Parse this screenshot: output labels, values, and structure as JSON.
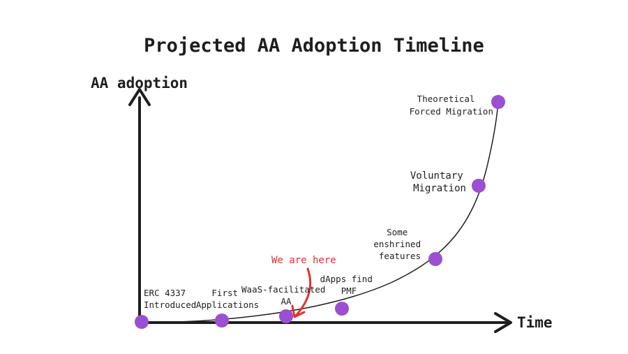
{
  "title": "Projected AA Adoption Timeline",
  "axes": {
    "y_label": "AA adoption",
    "x_label": "Time"
  },
  "annotation": {
    "text": "We are here",
    "color": "#e03131"
  },
  "colors": {
    "point": "#9b4fd1",
    "curve": "#1e1e1e"
  },
  "milestones": [
    {
      "lines": [
        "ERC 4337",
        "Introduced"
      ]
    },
    {
      "lines": [
        "First",
        "Applications"
      ]
    },
    {
      "lines": [
        "WaaS-facilitated",
        "AA"
      ]
    },
    {
      "lines": [
        "dApps find",
        "PMF"
      ]
    },
    {
      "lines": [
        "Some",
        "enshrined",
        "features"
      ]
    },
    {
      "lines": [
        "Voluntary",
        "Migration"
      ]
    },
    {
      "lines": [
        "Theoretical",
        "Forced Migration"
      ]
    }
  ]
}
